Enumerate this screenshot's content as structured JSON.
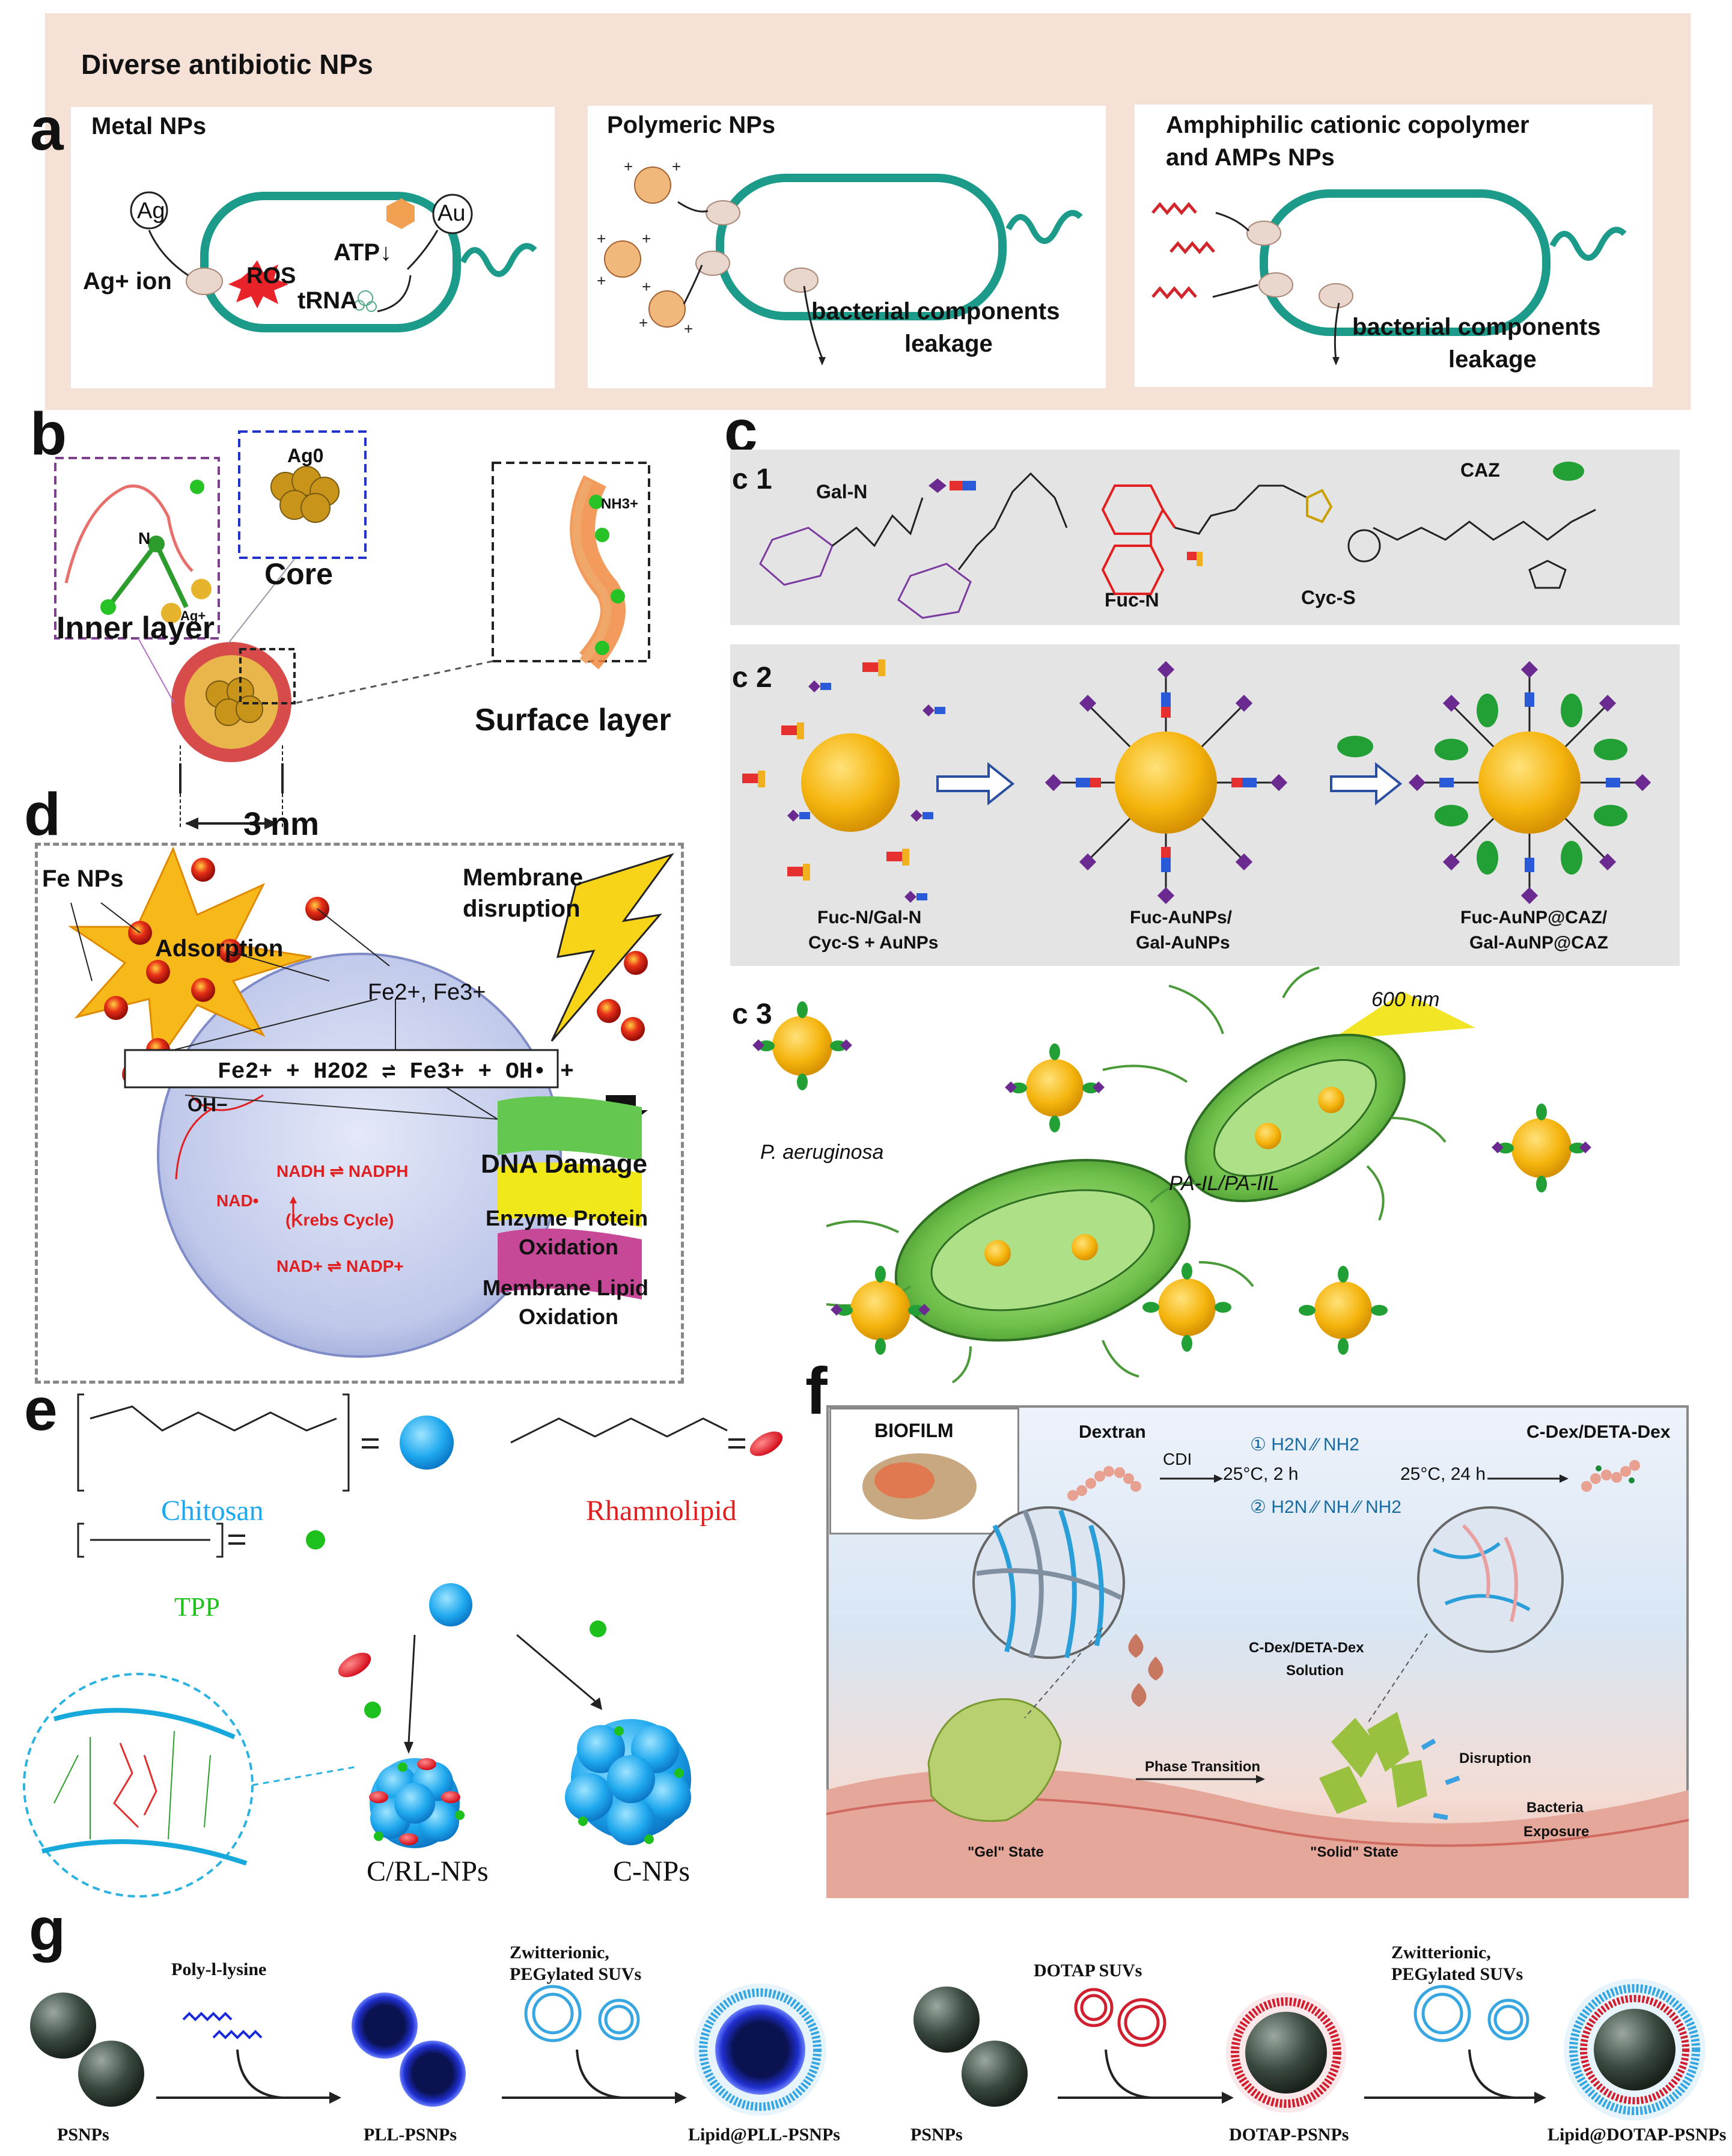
{
  "panel_a": {
    "letter": "a",
    "title": "Diverse antibiotic NPs",
    "box1": {
      "title": "Metal NPs",
      "ag": "Ag",
      "au": "Au",
      "ag_ion": "Ag+ ion",
      "ros": "ROS",
      "atp": "ATP↓",
      "trna": "tRNA"
    },
    "box2": {
      "title": "Polymeric NPs",
      "leak1": "bacterial components",
      "leak2": "leakage"
    },
    "box3": {
      "title1": "Amphiphilic cationic copolymer",
      "title2": "and AMPs NPs",
      "leak1": "bacterial components",
      "leak2": "leakage"
    }
  },
  "panel_b": {
    "letter": "b",
    "ag0": "Ag0",
    "core": "Core",
    "inner": "Inner layer",
    "surface": "Surface layer",
    "n_label": "N",
    "agp": "Ag+",
    "nh3": "NH3+",
    "size": "3 nm"
  },
  "panel_c": {
    "letter": "c",
    "c1": {
      "label": "c 1",
      "galn": "Gal-N",
      "fucn": "Fuc-N",
      "cycs": "Cyc-S",
      "caz": "CAZ"
    },
    "c2": {
      "label": "c 2",
      "cap1a": "Fuc-N/Gal-N",
      "cap1b": "Cyc-S + AuNPs",
      "cap2a": "Fuc-AuNPs/",
      "cap2b": "Gal-AuNPs",
      "cap3a": "Fuc-AuNP@CAZ/",
      "cap3b": "Gal-AuNP@CAZ"
    },
    "c3": {
      "label": "c 3",
      "wave": "600 nm",
      "pa": "P. aeruginosa",
      "lectin": "PA-IL/PA-IIL"
    }
  },
  "panel_d": {
    "letter": "d",
    "fe": "Fe NPs",
    "adsorption": "Adsorption",
    "membrane1": "Membrane",
    "membrane2": "disruption",
    "fe_ions": "Fe2+, Fe3+",
    "equation": "Fe2+ + H2O2 ⇌ Fe3+ + OH• +",
    "oh": "OH−",
    "nadh": "NADH ⇌ NADPH",
    "nad": "NAD•",
    "krebs": "(Krebs Cycle)",
    "nadp": "NAD+ ⇌ NADP+",
    "dna": "DNA Damage",
    "enzyme1": "Enzyme Protein",
    "enzyme2": "Oxidation",
    "lipid1": "Membrane Lipid",
    "lipid2": "Oxidation"
  },
  "panel_e": {
    "letter": "e",
    "chitosan": "Chitosan",
    "rhamno": "Rhamnolipid",
    "tpp": "TPP",
    "crl": "C/RL-NPs",
    "cnp": "C-NPs"
  },
  "panel_f": {
    "letter": "f",
    "biofilm": "BIOFILM",
    "dextran": "Dextran",
    "cdi": "CDI",
    "cond1": "25°C, 2 h",
    "cond2": "25°C, 24 h",
    "r1": "① H2N ⁄⁄ NH2",
    "r2": "② H2N ⁄⁄ NH ⁄⁄ NH2",
    "product": "C-Dex/DETA-Dex",
    "sol1": "C-Dex/DETA-Dex",
    "sol2": "Solution",
    "phase": "Phase Transition",
    "disruption": "Disruption",
    "bact1": "Bacteria",
    "bact2": "Exposure",
    "gel": "\"Gel\" State",
    "solid": "\"Solid\" State"
  },
  "panel_g": {
    "letter": "g",
    "pll": "Poly-l-lysine",
    "zw1": "Zwitterionic,",
    "zw2": "PEGylated  SUVs",
    "dotap": "DOTAP SUVs",
    "psnps": "PSNPs",
    "pllps": "PLL-PSNPs",
    "lipidpll": "Lipid@PLL-PSNPs",
    "dotapps": "DOTAP-PSNPs",
    "lipiddotap": "Lipid@DOTAP-PSNPs"
  }
}
